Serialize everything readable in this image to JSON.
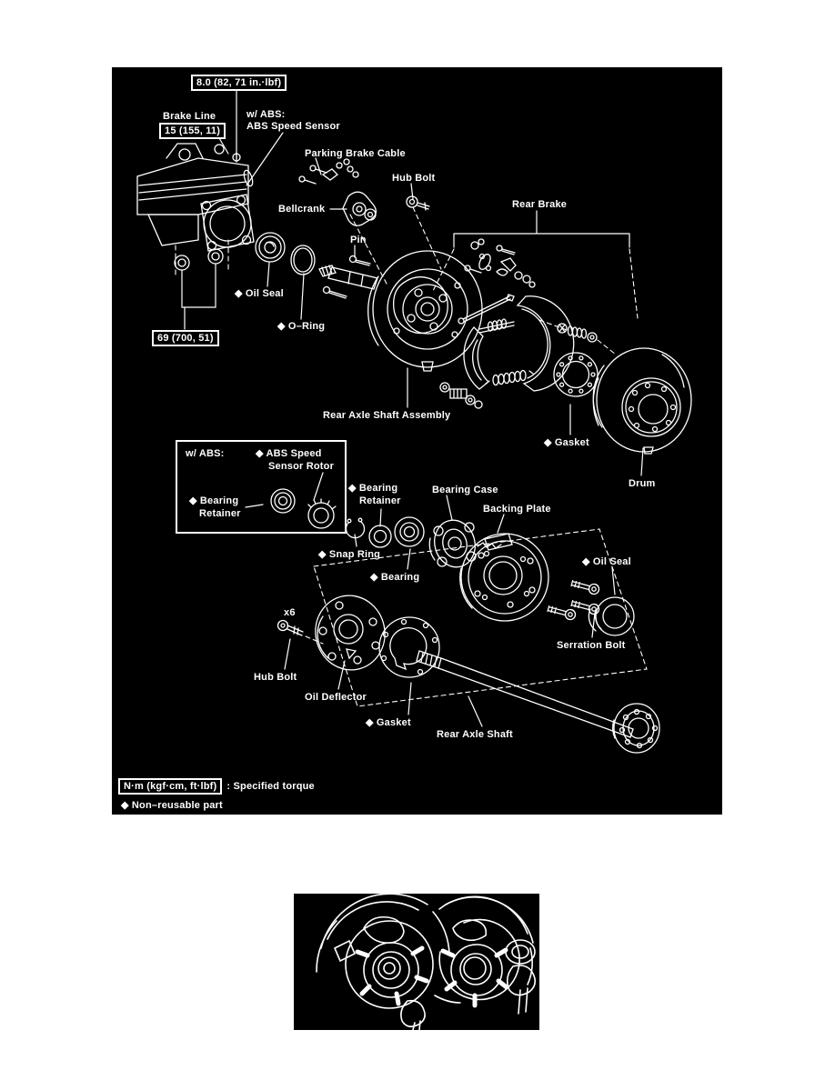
{
  "colors": {
    "panel_bg": "#000000",
    "line": "#ffffff",
    "page_bg": "#ffffff"
  },
  "diagram": {
    "labels": {
      "torque_top": "8.0 (82, 71 in.·lbf)",
      "brake_line": "Brake Line",
      "torque_brake_line": "15 (155, 11)",
      "w_abs_heading": "w/  ABS:",
      "abs_speed_sensor": "ABS Speed Sensor",
      "parking_brake_cable": "Parking Brake Cable",
      "hub_bolt_top": "Hub Bolt",
      "bellcrank": "Bellcrank",
      "pin": "Pin",
      "oil_seal_top": "◆ Oil Seal",
      "o_ring": "◆ O–Ring",
      "torque_axle_nuts": "69 (700, 51)",
      "rear_brake": "Rear Brake",
      "rear_axle_shaft_assembly": "Rear Axle Shaft Assembly",
      "gasket_top": "◆ Gasket",
      "drum": "Drum",
      "bearing_retainer_line1": "◆ Bearing",
      "bearing_retainer_line2": "Retainer",
      "bearing_case": "Bearing Case",
      "backing_plate": "Backing Plate",
      "snap_ring": "◆ Snap Ring",
      "bearing": "◆ Bearing",
      "oil_seal_bottom": "◆ Oil Seal",
      "serration_bolt": "Serration Bolt",
      "x6": "x6",
      "hub_bolt_bottom": "Hub Bolt",
      "oil_deflector": "Oil Deflector",
      "gasket_bottom": "◆ Gasket",
      "rear_axle_shaft": "Rear Axle Shaft"
    },
    "abs_inset": {
      "heading": "w/ ABS:",
      "rotor_line1": "◆ ABS Speed",
      "rotor_line2": "Sensor Rotor",
      "retainer_line1": "◆ Bearing",
      "retainer_line2": "Retainer"
    },
    "legend": {
      "torque_box": "N·m (kgf·cm, ft·lbf)",
      "torque_caption": ": Specified torque",
      "non_reusable": "◆ Non–reusable part"
    }
  }
}
